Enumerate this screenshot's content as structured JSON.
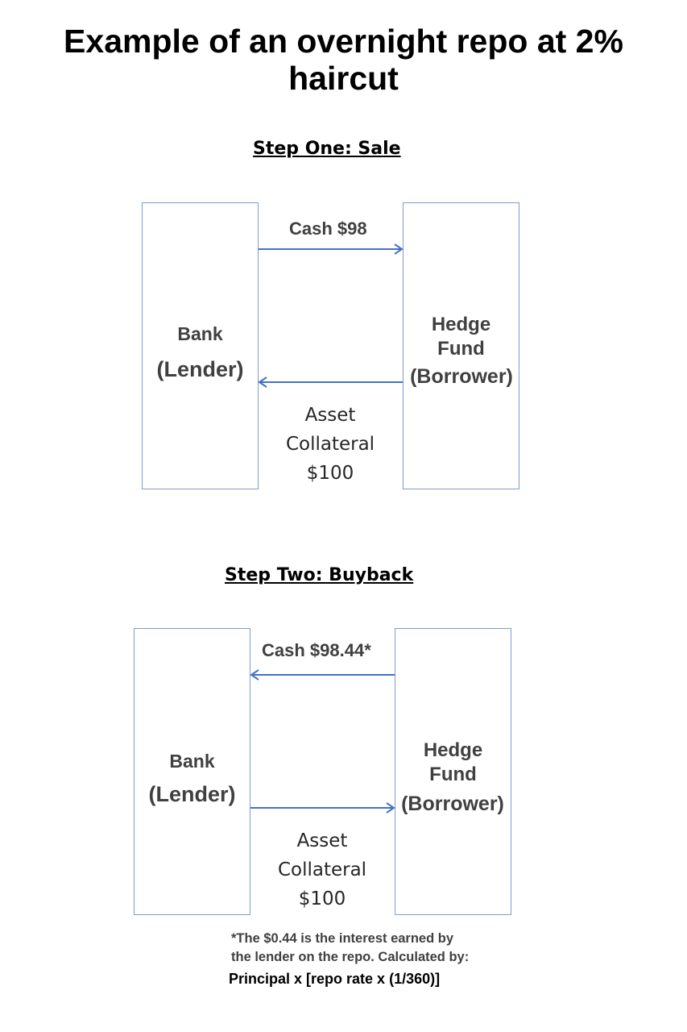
{
  "title": {
    "line1": "Example of an overnight repo at 2%",
    "line2": "haircut"
  },
  "step_one": {
    "heading": "Step One:  Sale",
    "lender": {
      "name": "Bank",
      "role": "(Lender)"
    },
    "borrower": {
      "name_line1": "Hedge",
      "name_line2": "Fund",
      "role": "(Borrower)"
    },
    "cash_label": "Cash $98",
    "cash_direction": "lender-to-borrower",
    "asset": {
      "line1": "Asset",
      "line2": "Collateral",
      "line3": "$100"
    },
    "asset_direction": "borrower-to-lender"
  },
  "step_two": {
    "heading": "Step Two: Buyback",
    "lender": {
      "name": "Bank",
      "role": "(Lender)"
    },
    "borrower": {
      "name_line1": "Hedge",
      "name_line2": "Fund",
      "role": "(Borrower)"
    },
    "cash_label": "Cash $98.44*",
    "cash_direction": "borrower-to-lender",
    "asset": {
      "line1": "Asset",
      "line2": "Collateral",
      "line3": "$100"
    },
    "asset_direction": "lender-to-borrower"
  },
  "footnote": {
    "line1": "*The $0.44 is the interest earned by",
    "line2": "the lender on the repo. Calculated by:",
    "formula": "Principal x [repo rate x (1/360)]"
  },
  "colors": {
    "arrow": "#4472c4",
    "box_border": "#7f9ccf"
  }
}
